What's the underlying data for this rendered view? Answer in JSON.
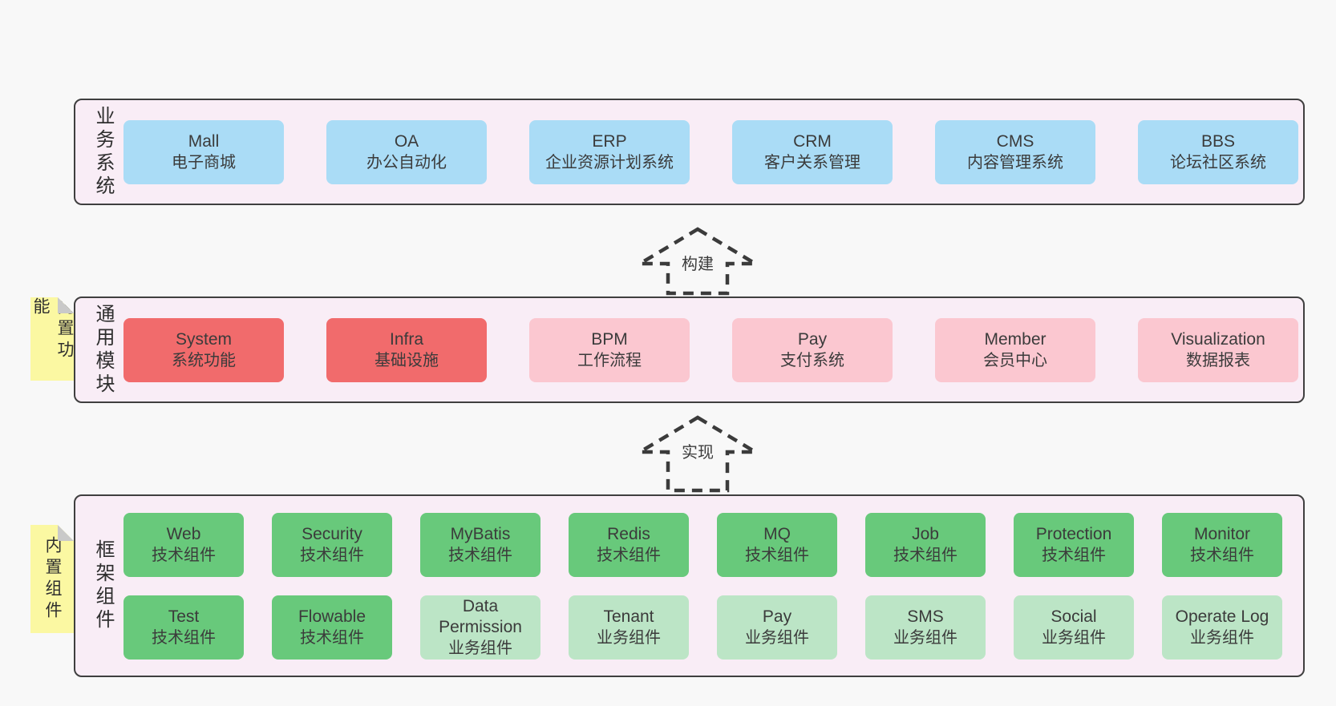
{
  "colors": {
    "page_bg": "#f8f8f8",
    "panel_bg": "#f9edf6",
    "panel_border": "#3f3f3f",
    "blue_box": "#aadcf6",
    "red_box": "#f16b6c",
    "pink_box": "#fbc7d0",
    "green_dark_box": "#68c97b",
    "green_light_box": "#bce5c6",
    "sticky_yellow": "#fbf8a2",
    "sticky_fold_gray": "#c9c9c9",
    "text": "#3b3b3b"
  },
  "arrows": [
    {
      "label": "构建"
    },
    {
      "label": "实现"
    }
  ],
  "panels": {
    "business": {
      "label": "业务系统",
      "boxes": [
        {
          "en": "Mall",
          "zh": "电子商城"
        },
        {
          "en": "OA",
          "zh": "办公自动化"
        },
        {
          "en": "ERP",
          "zh": "企业资源计划系统"
        },
        {
          "en": "CRM",
          "zh": "客户关系管理"
        },
        {
          "en": "CMS",
          "zh": "内容管理系统"
        },
        {
          "en": "BBS",
          "zh": "论坛社区系统"
        }
      ]
    },
    "modules": {
      "sticky": "内置功能",
      "label": "通用模块",
      "boxes": [
        {
          "en": "System",
          "zh": "系统功能"
        },
        {
          "en": "Infra",
          "zh": "基础设施"
        },
        {
          "en": "BPM",
          "zh": "工作流程"
        },
        {
          "en": "Pay",
          "zh": "支付系统"
        },
        {
          "en": "Member",
          "zh": "会员中心"
        },
        {
          "en": "Visualization",
          "zh": "数据报表"
        }
      ]
    },
    "framework": {
      "sticky": "内置组件",
      "label": "框架组件",
      "row1": [
        {
          "en": "Web",
          "zh": "技术组件"
        },
        {
          "en": "Security",
          "zh": "技术组件"
        },
        {
          "en": "MyBatis",
          "zh": "技术组件"
        },
        {
          "en": "Redis",
          "zh": "技术组件"
        },
        {
          "en": "MQ",
          "zh": "技术组件"
        },
        {
          "en": "Job",
          "zh": "技术组件"
        },
        {
          "en": "Protection",
          "zh": "技术组件"
        },
        {
          "en": "Monitor",
          "zh": "技术组件"
        }
      ],
      "row2": [
        {
          "en": "Test",
          "zh": "技术组件"
        },
        {
          "en": "Flowable",
          "zh": "技术组件"
        },
        {
          "en": "Data Permission",
          "zh": "业务组件"
        },
        {
          "en": "Tenant",
          "zh": "业务组件"
        },
        {
          "en": "Pay",
          "zh": "业务组件"
        },
        {
          "en": "SMS",
          "zh": "业务组件"
        },
        {
          "en": "Social",
          "zh": "业务组件"
        },
        {
          "en": "Operate Log",
          "zh": "业务组件"
        }
      ]
    }
  }
}
